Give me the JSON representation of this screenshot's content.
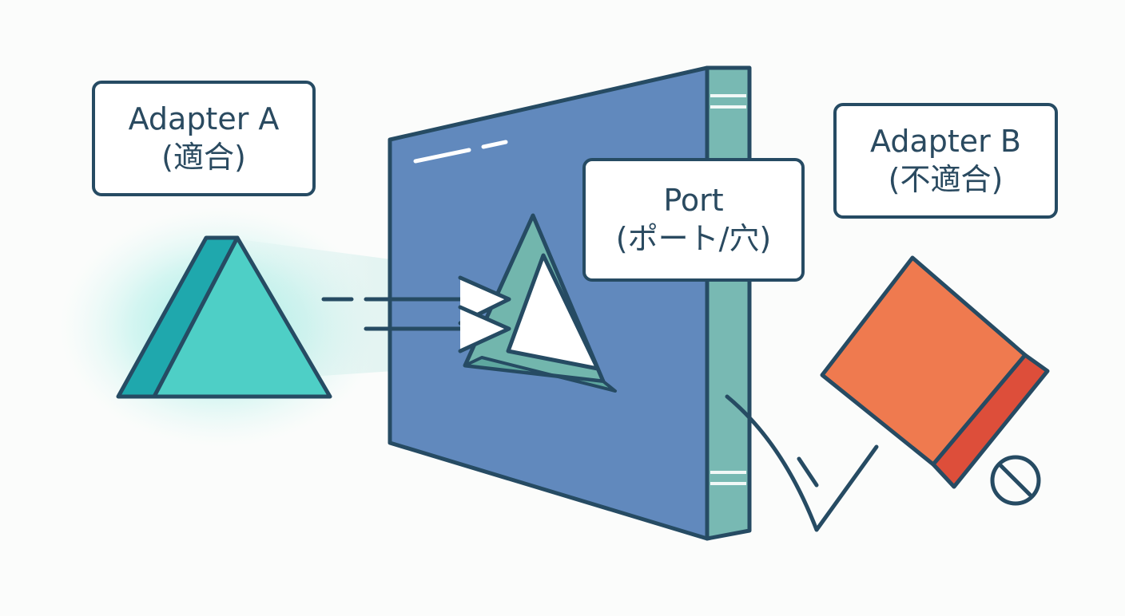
{
  "colors": {
    "outline": "#264b63",
    "adapter_a": "#4ecfc6",
    "adapter_a_side": "#1fa8ad",
    "port_face": "#6189bd",
    "port_edge": "#78b9b3",
    "adapter_b": "#ef7a4f",
    "adapter_b_side": "#dd4e3a",
    "label_text": "#2a4a60"
  },
  "icons": {
    "fit_mark": "check-icon",
    "no_fit_mark": "prohibited-icon"
  },
  "labels": {
    "adapter_a": {
      "name": "Adapter A",
      "note": "(適合)"
    },
    "port": {
      "name": "Port",
      "note": "(ポート/穴)"
    },
    "adapter_b": {
      "name": "Adapter B",
      "note": "(不適合)"
    }
  }
}
